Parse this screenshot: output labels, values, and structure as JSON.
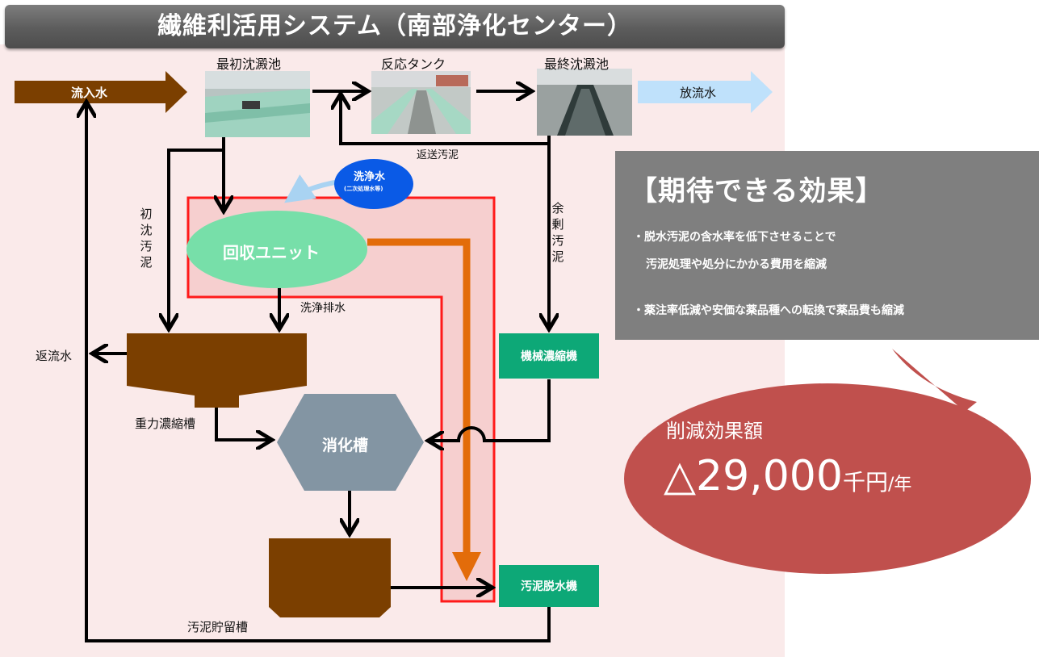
{
  "title": "繊維利活用システム（南部浄化センター）",
  "labels": {
    "inflow": "流入水",
    "primary_tank": "最初沈澱池",
    "reaction_tank": "反応タンク",
    "final_tank": "最終沈澱池",
    "discharge": "放流水",
    "return_sludge": "返送汚泥",
    "primary_sludge": "初沈汚泥",
    "excess_sludge": "余剰汚泥",
    "wash_water": "洗浄水",
    "wash_water_note": "(二次処理水等)",
    "recovery_unit": "回収ユニット",
    "wash_drain": "洗浄排水",
    "return_water": "返流水",
    "gravity_thickener": "重力濃縮槽",
    "mechanical_thickener": "機械濃縮機",
    "digester": "消化槽",
    "sludge_storage": "汚泥貯留槽",
    "dewatering_machine": "汚泥脱水機"
  },
  "effects": {
    "heading": "【期待できる効果】",
    "item1_line1": "・脱水汚泥の含水率を低下させることで",
    "item1_line2": "汚泥処理や処分にかかる費用を縮減",
    "item2": "・薬注率低減や安価な薬品種への転換で薬品費も縮減"
  },
  "reduction": {
    "label": "削減効果額",
    "value": "△29,000",
    "unit": "千円",
    "per": "/年"
  },
  "colors": {
    "brown": "#7b3f00",
    "green_box": "#0da877",
    "orange": "#e36c0a",
    "red_outline": "#ff1a1a",
    "gray_panel": "#7f7f7f",
    "bubble": "#c0504d",
    "unit_green": "#77dfa9",
    "digester_gray": "#8395a3",
    "wash_blue": "#0a5ae6",
    "discharge_blue": "#bfe1fb"
  }
}
